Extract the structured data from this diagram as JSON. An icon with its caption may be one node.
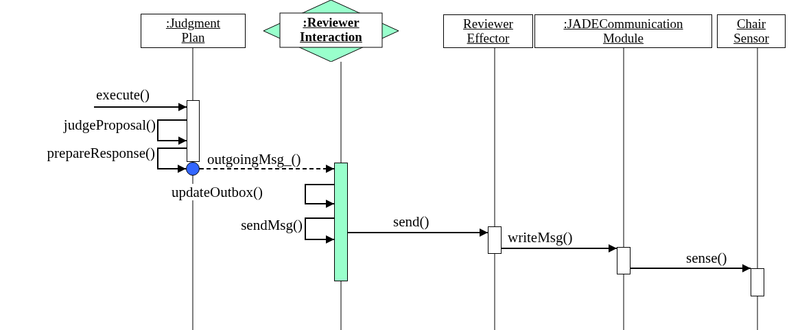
{
  "diagram": {
    "nodes": [
      {
        "text": [
          ":Judgment Plan"
        ]
      },
      {
        "text": [
          ":Reviewer Interaction"
        ]
      },
      {
        "text": [
          "Reviewer Effector"
        ]
      },
      {
        "text": [
          ":JADECommunication Module"
        ]
      },
      {
        "text": [
          "Chair Sensor"
        ]
      },
      {
        "text": [],
        "shape": "bar"
      },
      {
        "text": [],
        "shape": "bar"
      },
      {
        "text": [],
        "shape": "bar"
      },
      {
        "text": [],
        "shape": "bar"
      },
      {
        "text": [],
        "shape": "bar"
      },
      {
        "text": [],
        "shape": "circle"
      }
    ],
    "edges": [
      {
        "from": null,
        "to": 5,
        "arrow": "to",
        "label": "execute()"
      },
      {
        "from": 5,
        "to": 5,
        "arrow": "to",
        "label": "judgeProposal()"
      },
      {
        "from": 5,
        "to": 10,
        "arrow": "to",
        "label": "prepareResponse()"
      },
      {
        "from": 10,
        "to": 6,
        "arrow": "to",
        "label": "outgoingMsg_()",
        "style": "dashed"
      },
      {
        "from": 6,
        "to": 6,
        "arrow": "to",
        "label": "updateOutbox()"
      },
      {
        "from": 6,
        "to": 6,
        "arrow": "to",
        "label": "sendMsg()"
      },
      {
        "from": 6,
        "to": 7,
        "arrow": "to",
        "label": "send()"
      },
      {
        "from": 7,
        "to": 8,
        "arrow": "to",
        "label": "writeMsg()"
      },
      {
        "from": 8,
        "to": 9,
        "arrow": "to",
        "label": "sense()"
      }
    ]
  }
}
